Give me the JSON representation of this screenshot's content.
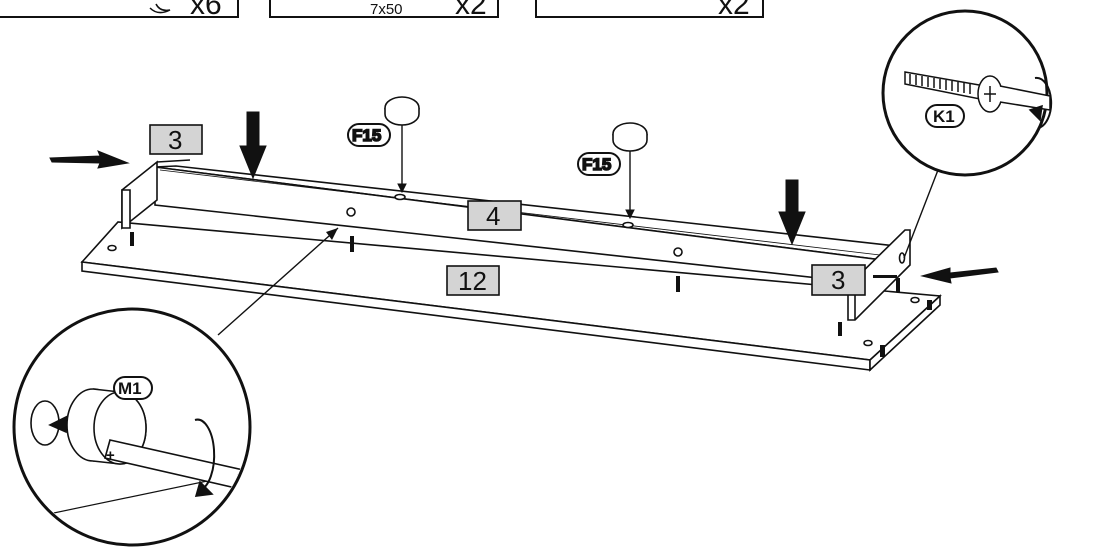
{
  "parts_row": {
    "items": [
      {
        "qty": "x6"
      },
      {
        "size": "7x50",
        "qty": "x2"
      },
      {
        "qty": "x2"
      }
    ]
  },
  "part_labels": {
    "side_left": "3",
    "side_right": "3",
    "back_rail": "4",
    "base_panel": "12"
  },
  "fittings": {
    "glide_left": "F15",
    "glide_right": "F15",
    "screw_detail": "K1",
    "cam_detail": "M1"
  }
}
